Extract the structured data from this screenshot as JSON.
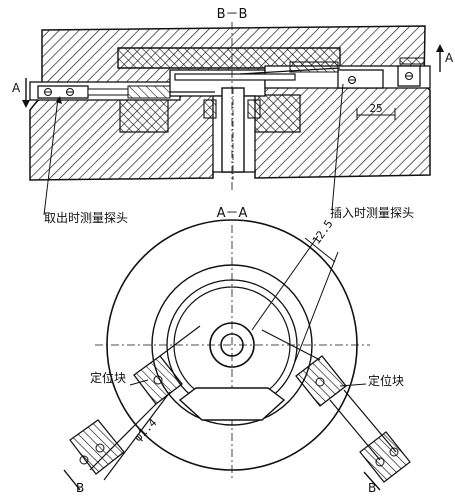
{
  "section_bb": {
    "title": "B－B",
    "cut_mark_left": "A",
    "cut_mark_right": "A",
    "dimension_25": "25",
    "label_remove": "取出时测量探头",
    "label_insert": "插入时测量探头"
  },
  "section_aa": {
    "title": "A－A",
    "dimension_12_5": "12.5",
    "label_locating_block_left": "定位块",
    "label_locating_block_right": "定位块",
    "dimension_phi": "φ1.4",
    "cut_mark_left": "B",
    "cut_mark_right": "B"
  }
}
